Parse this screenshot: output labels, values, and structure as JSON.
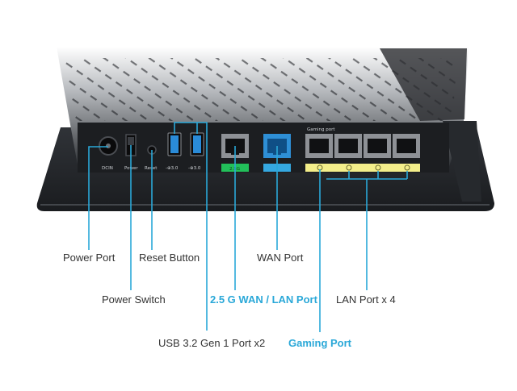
{
  "colors": {
    "callout_line": "#2aa8d8",
    "highlight_text": "#2aa8d8",
    "normal_text": "#333333",
    "port_green": "#22c05a",
    "port_blue": "#35a8e0",
    "port_yellow": "#f3ee8a"
  },
  "panel": {
    "dcin": "DCIN",
    "power": "Power",
    "reset": "Reset",
    "usb1": "-⊕3.0",
    "usb2": "-⊕3.0",
    "green_tag": "2.5G",
    "gaming_port_header": "Gaming port"
  },
  "labels": {
    "power_port": "Power Port",
    "reset_button": "Reset Button",
    "wan_port": "WAN Port",
    "power_switch": "Power Switch",
    "wan_lan_25g": "2.5 G WAN / LAN Port",
    "lan_port_x4": "LAN Port x 4",
    "usb_ports": "USB 3.2 Gen 1 Port x2",
    "gaming_port": "Gaming Port"
  }
}
